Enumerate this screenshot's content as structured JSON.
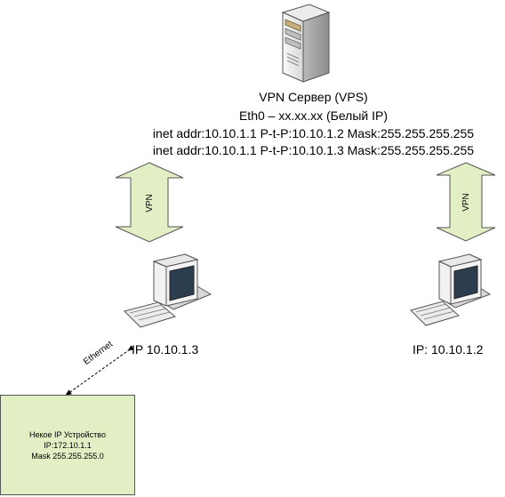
{
  "server": {
    "title": "VPN  Сервер (VPS)",
    "eth0": "Eth0 – xx.xx.xx (Белый IP)",
    "inet_1": "inet addr:10.10.1.1  P-t-P:10.10.1.2  Mask:255.255.255.255",
    "inet_2": "inet addr:10.10.1.1  P-t-P:10.10.1.3  Mask:255.255.255.255"
  },
  "links": {
    "left_vpn": "VPN",
    "right_vpn": "VPN",
    "ethernet": "Ethernet"
  },
  "pc_left": {
    "label": "IP 10.10.1.3"
  },
  "pc_right": {
    "label": "IP: 10.10.1.2"
  },
  "device": {
    "name": "Некое IP Устройство",
    "ip": "IP:172.10.1.1",
    "mask": "Mask 255.255.255.0"
  },
  "colors": {
    "arrow_fill": "#e2eec4",
    "device_fill": "#e2eec4",
    "outline": "#555555"
  }
}
